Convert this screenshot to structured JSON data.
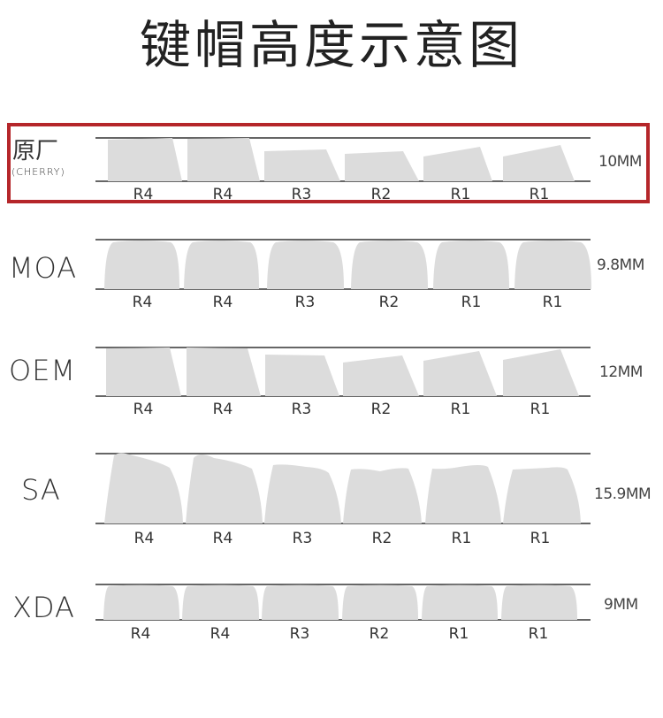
{
  "title": "键帽高度示意图",
  "profiles": [
    {
      "name": "原厂",
      "subname": "(CHERRY)",
      "height": "10MM",
      "highlighted": true,
      "rows": [
        "R4",
        "R4",
        "R3",
        "R2",
        "R1",
        "R1"
      ]
    },
    {
      "name": "MOA",
      "height": "9.8MM",
      "rows": [
        "R4",
        "R4",
        "R3",
        "R2",
        "R1",
        "R1"
      ]
    },
    {
      "name": "OEM",
      "height": "12MM",
      "rows": [
        "R4",
        "R4",
        "R3",
        "R2",
        "R1",
        "R1"
      ]
    },
    {
      "name": "SA",
      "height": "15.9MM",
      "rows": [
        "R4",
        "R4",
        "R3",
        "R2",
        "R1",
        "R1"
      ]
    },
    {
      "name": "XDA",
      "height": "9MM",
      "rows": [
        "R4",
        "R4",
        "R3",
        "R2",
        "R1",
        "R1"
      ]
    }
  ],
  "colors": {
    "highlight_border": "#b5262a",
    "keycap_fill": "#dcdcdc",
    "line": "#333333"
  }
}
